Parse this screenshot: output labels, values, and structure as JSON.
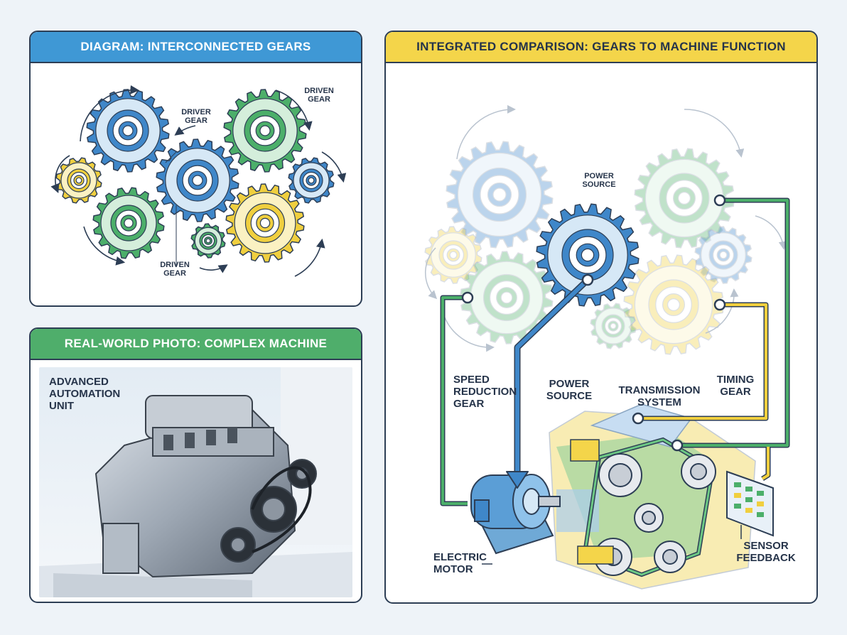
{
  "panels": {
    "diagram": {
      "title": "DIAGRAM: INTERCONNECTED GEARS",
      "labels": {
        "driver_line1": "DRIVER",
        "driver_line2": "GEAR",
        "driven_top_line1": "DRIVEN",
        "driven_top_line2": "GEAR",
        "driven_bottom_line1": "DRIVEN",
        "driven_bottom_line2": "GEAR"
      }
    },
    "photo": {
      "title": "REAL-WORLD PHOTO: COMPLEX MACHINE",
      "caption_line1": "ADVANCED",
      "caption_line2": "AUTOMATION",
      "caption_line3": "UNIT"
    },
    "comparison": {
      "title": "INTEGRATED COMPARISON: GEARS TO MACHINE FUNCTION",
      "labels": {
        "power_source_top_line1": "POWER",
        "power_source_top_line2": "SOURCE",
        "speed_line1": "SPEED",
        "speed_line2": "REDUCTION",
        "speed_line3": "GEAR",
        "power_source_line1": "POWER",
        "power_source_line2": "SOURCE",
        "transmission_line1": "TRANSMISSION",
        "transmission_line2": "SYSTEM",
        "timing_line1": "TIMING",
        "timing_line2": "GEAR",
        "motor_line1": "ELECTRIC",
        "motor_line2": "MOTOR",
        "sensor_line1": "SENSOR",
        "sensor_line2": "FEEDBACK"
      }
    }
  },
  "colors": {
    "blue": "#3f87c9",
    "blue_light": "#d6e8f6",
    "green": "#4caf6a",
    "green_light": "#d4eedb",
    "yellow": "#f0cf3f",
    "yellow_light": "#fbf1c2",
    "outline": "#2d3e55"
  },
  "icons": [
    "gear-icon",
    "rotation-arrow-icon",
    "electric-motor-icon",
    "belt-pulley-icon",
    "sensor-panel-icon"
  ]
}
